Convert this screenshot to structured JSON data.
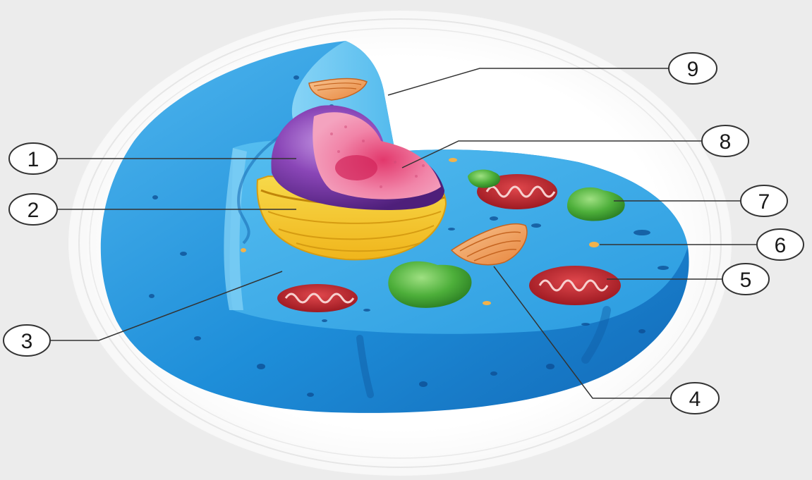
{
  "labels": [
    {
      "id": "nucleus",
      "number": "1"
    },
    {
      "id": "endoplasmic-reticulum",
      "number": "2"
    },
    {
      "id": "cytoplasm",
      "number": "3"
    },
    {
      "id": "golgi-apparatus",
      "number": "4"
    },
    {
      "id": "mitochondrion",
      "number": "5"
    },
    {
      "id": "ribosome",
      "number": "6"
    },
    {
      "id": "vacuole",
      "number": "7"
    },
    {
      "id": "nucleolus",
      "number": "8"
    },
    {
      "id": "cell-membrane",
      "number": "9"
    }
  ],
  "colors": {
    "background": "#ececec",
    "halo": "#ffffff",
    "cytoplasm_outer": "#1f8fd8",
    "cytoplasm_inner": "#3aa8e8",
    "membrane": "#5dc3f2",
    "nucleus_envelope": "#7b3fa0",
    "nucleolus": "#e96a98",
    "er": "#f3cf2c",
    "mitochondria": "#c1272d",
    "vacuole": "#4cae3c",
    "golgi": "#f0a15a",
    "leader_line": "#333333"
  }
}
